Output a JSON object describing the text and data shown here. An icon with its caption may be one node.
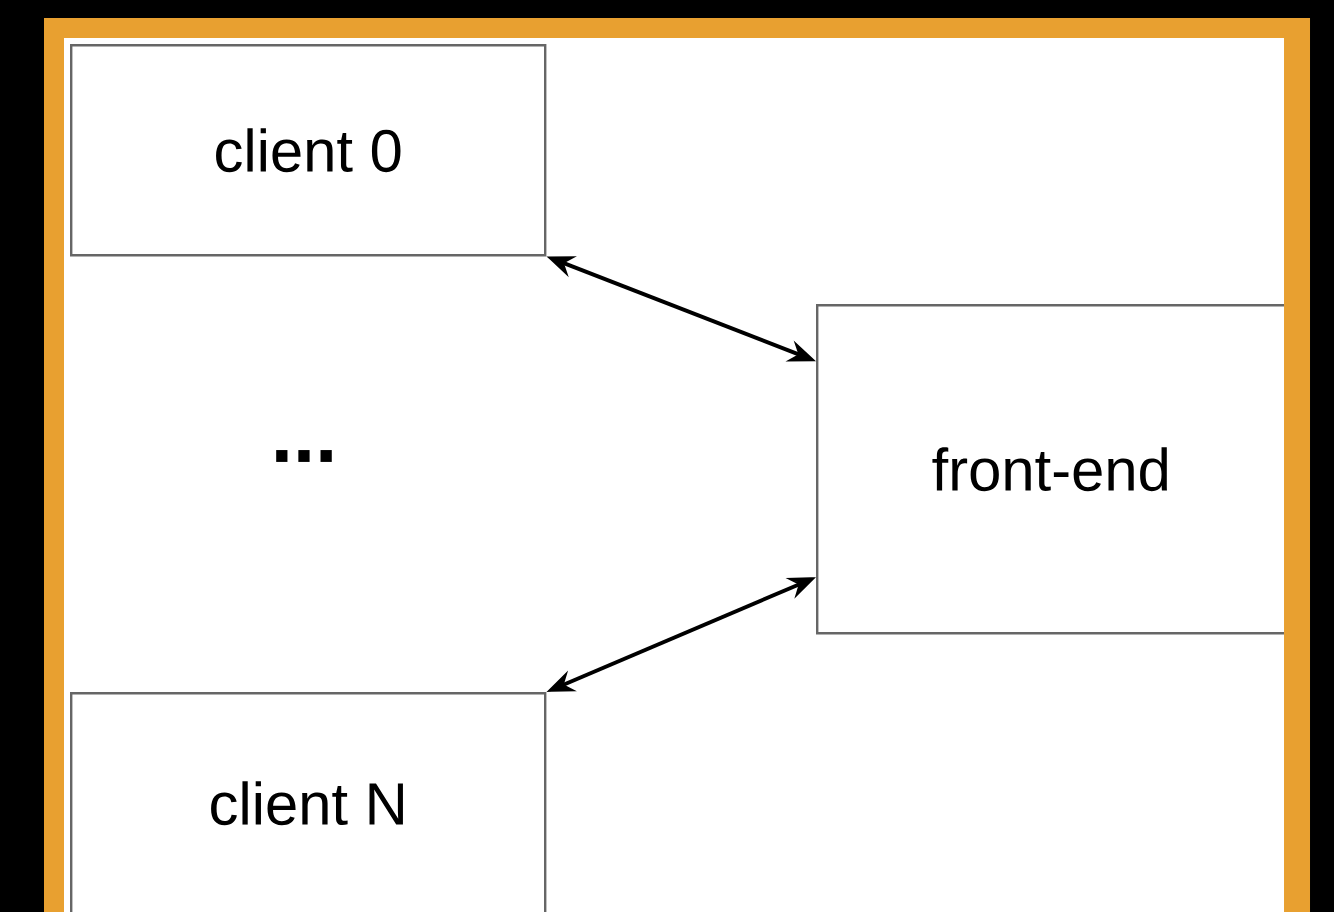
{
  "diagram": {
    "nodes": [
      {
        "text": [
          "client 0"
        ]
      },
      {
        "text": [
          "front-end"
        ]
      },
      {
        "text": [
          "client N"
        ]
      }
    ],
    "edges": [
      {
        "from": 0,
        "to": 1,
        "arrow": "both"
      },
      {
        "from": 2,
        "to": 1,
        "arrow": "both"
      }
    ],
    "labels": [
      "..."
    ]
  }
}
